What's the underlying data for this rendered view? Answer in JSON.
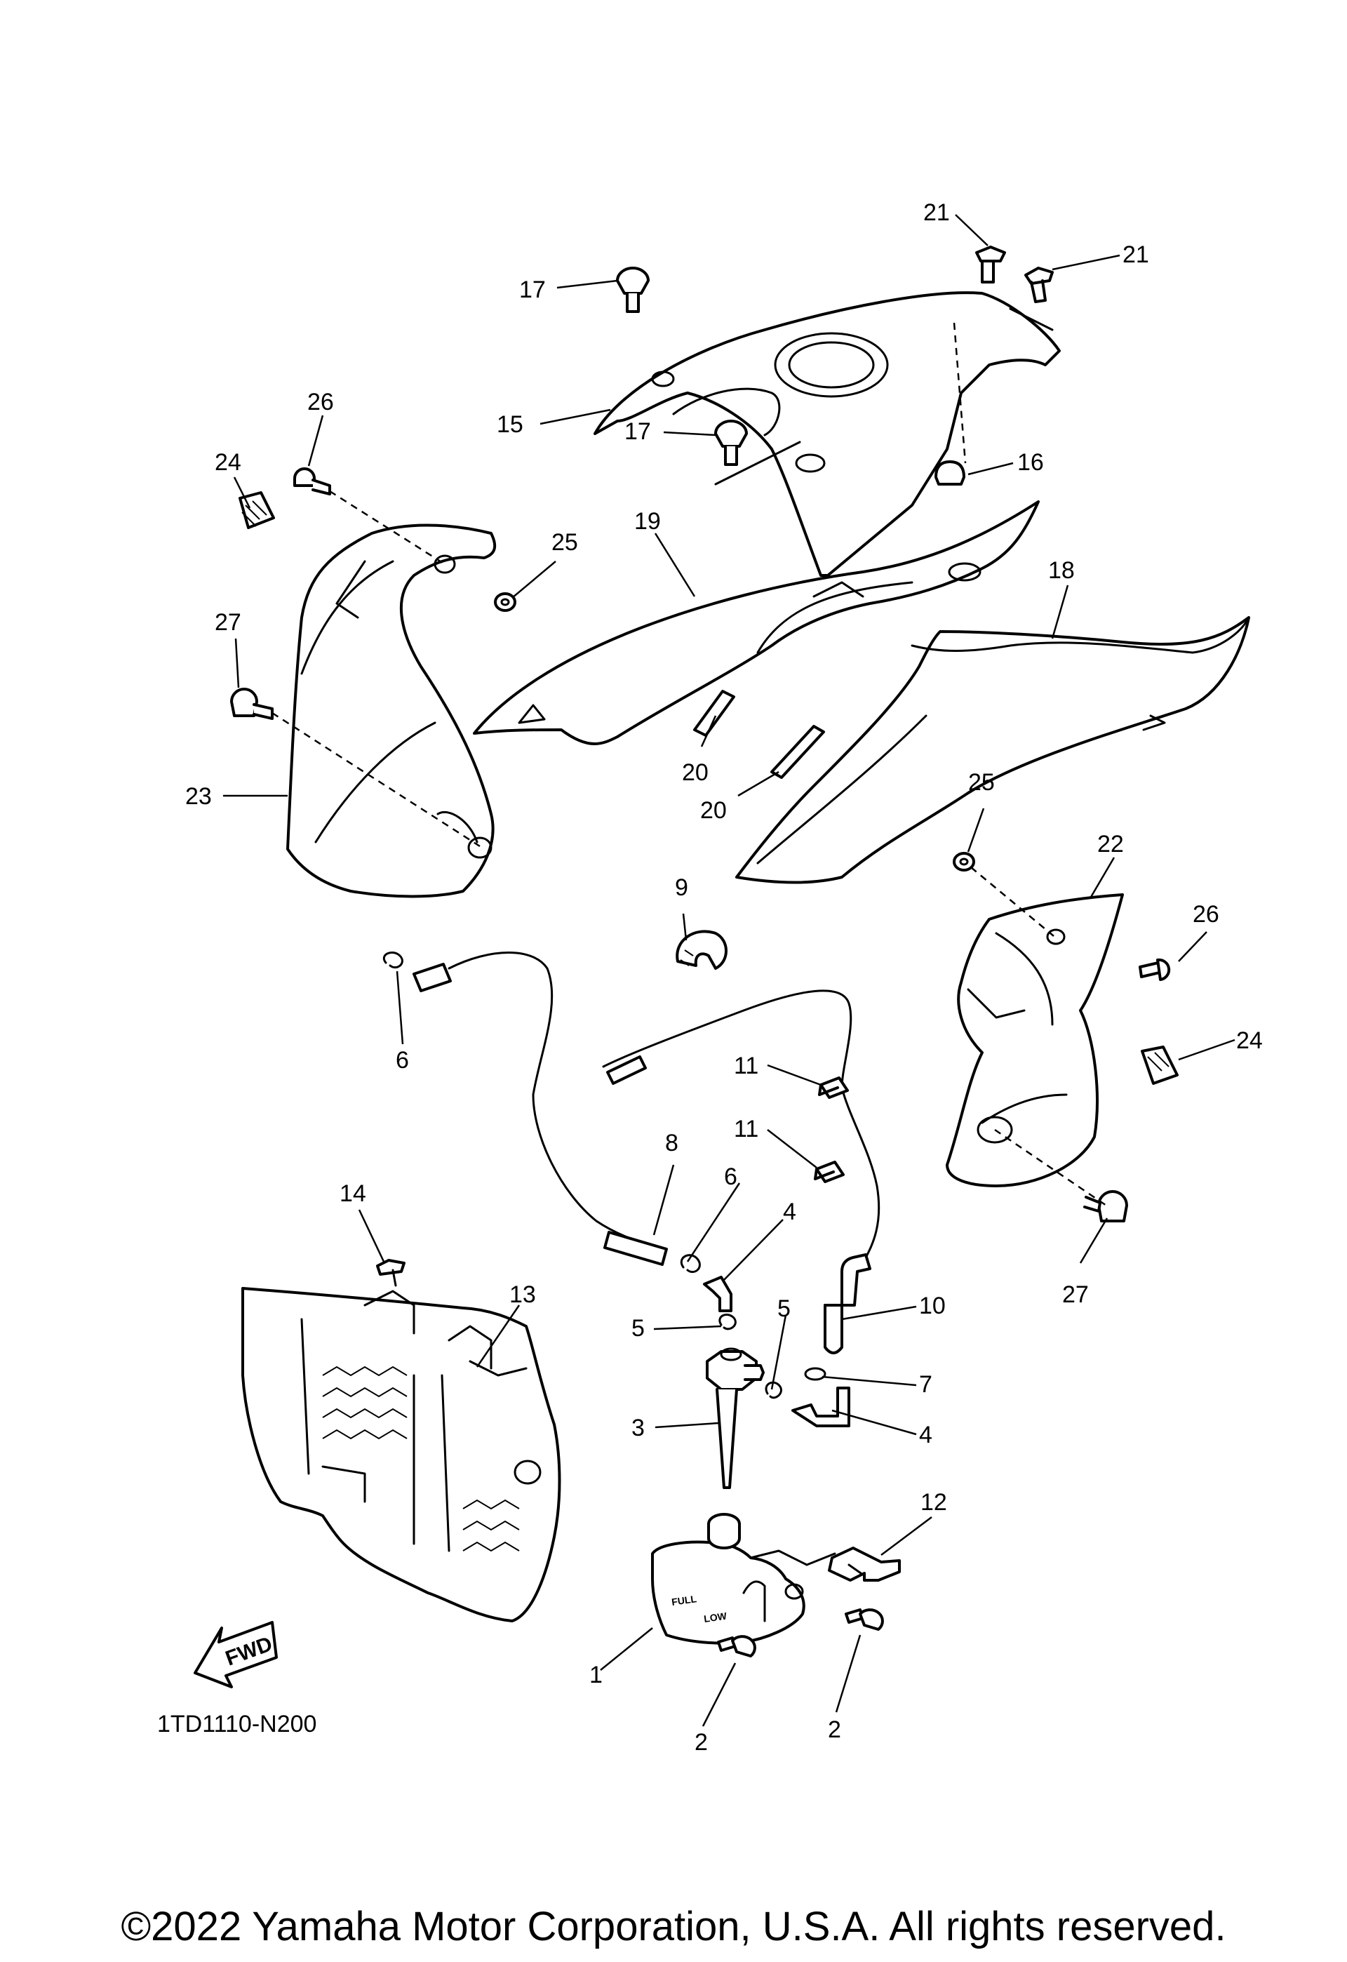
{
  "diagram": {
    "ref_code": "1TD1110-N200",
    "fwd_label": "FWD",
    "tank_labels": {
      "full": "FULL",
      "low": "LOW"
    },
    "copyright": "©2022 Yamaha Motor Corporation, U.S.A. All rights reserved.",
    "callouts": [
      "21",
      "21",
      "17",
      "15",
      "17",
      "16",
      "26",
      "24",
      "25",
      "19",
      "18",
      "27",
      "20",
      "20",
      "23",
      "25",
      "22",
      "26",
      "9",
      "6",
      "24",
      "11",
      "8",
      "11",
      "6",
      "4",
      "14",
      "13",
      "10",
      "5",
      "5",
      "7",
      "3",
      "4",
      "27",
      "12",
      "1",
      "2",
      "2"
    ]
  }
}
